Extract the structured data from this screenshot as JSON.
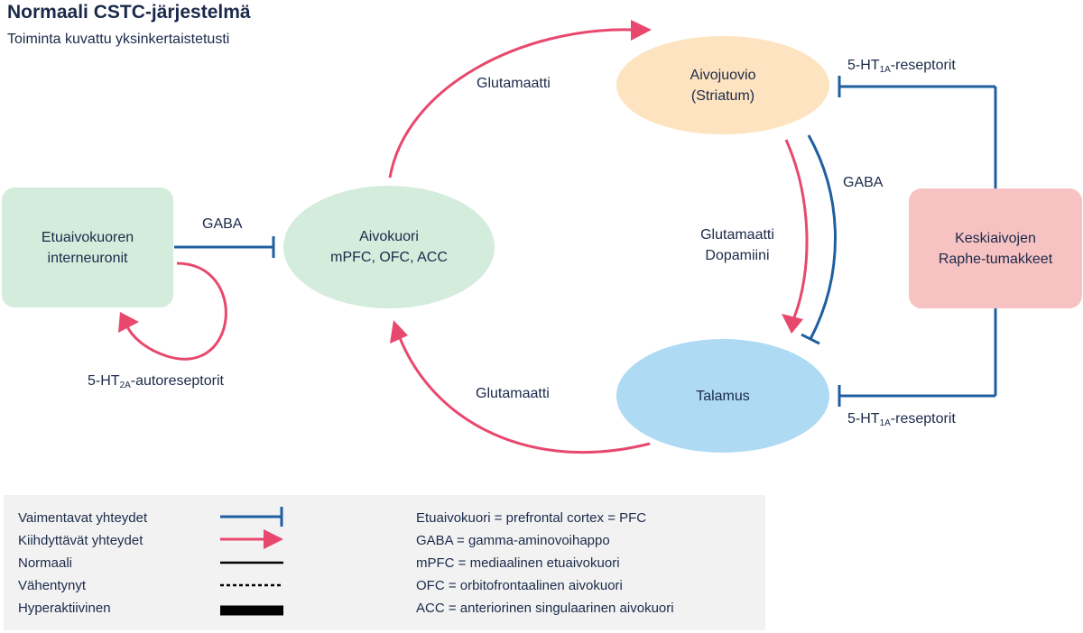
{
  "header": {
    "title": "Normaali CSTC-järjestelmä",
    "subtitle": "Toiminta kuvattu yksinkertaistetusti"
  },
  "nodes": {
    "interneurons": {
      "line1": "Etuaivokuoren",
      "line2": "interneuronit",
      "color": "#d4ecdc"
    },
    "cortex": {
      "line1": "Aivokuori",
      "line2": "mPFC, OFC, ACC",
      "color": "#d4ecdc"
    },
    "striatum": {
      "line1": "Aivojuovio",
      "line2": "(Striatum)",
      "color": "#fde3bf"
    },
    "thalamus": {
      "line1": "Talamus",
      "color": "#aedaf4"
    },
    "raphe": {
      "line1": "Keskiaivojen",
      "line2": "Raphe-tumakkeet",
      "color": "#f7c2c2"
    }
  },
  "labels": {
    "gaba_left": "GABA",
    "glut_top": "Glutamaatti",
    "glut_bottom": "Glutamaatti",
    "gaba_right": "GABA",
    "glut_mid_1": "Glutamaatti",
    "glut_mid_2": "Dopamiini",
    "ht1a_top": {
      "prefix": "5-HT",
      "sub": "1A",
      "suffix": "-reseptorit"
    },
    "ht1a_bottom": {
      "prefix": "5-HT",
      "sub": "1A",
      "suffix": "-reseptorit"
    },
    "ht2a": {
      "prefix": "5-HT",
      "sub": "2A",
      "suffix": "-autoreseptorit"
    }
  },
  "colors": {
    "inhibitory": "#1f5fa0",
    "excitatory": "#e8486e",
    "text": "#1b2a4a"
  },
  "legend": {
    "items": [
      {
        "label": "Vaimentavat yhteydet",
        "style": "inhibitory"
      },
      {
        "label": "Kiihdyttävät yhteydet",
        "style": "excitatory"
      },
      {
        "label": "Normaali",
        "style": "normal"
      },
      {
        "label": "Vähentynyt",
        "style": "dashed"
      },
      {
        "label": "Hyperaktiivinen",
        "style": "thick"
      }
    ],
    "abbreviations": [
      "Etuaivokuori = prefrontal cortex = PFC",
      "GABA = gamma-aminovoihappo",
      "mPFC = mediaalinen etuaivokuori",
      "OFC = orbitofrontaalinen aivokuori",
      "ACC = anteriorinen singulaarinen aivokuori"
    ]
  }
}
